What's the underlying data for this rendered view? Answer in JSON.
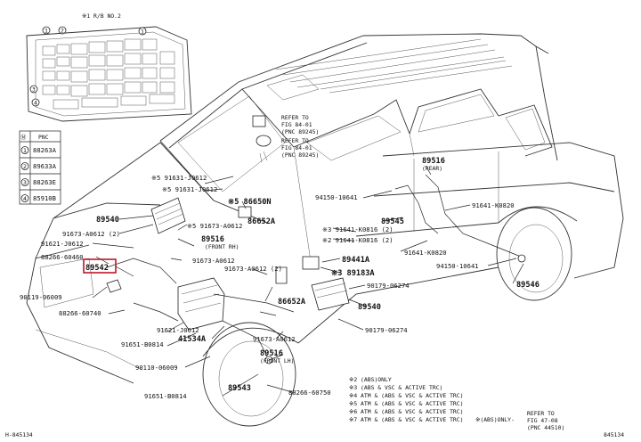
{
  "header_note": "※1 R/B NO.2",
  "relay_table": {
    "header": "PNC",
    "rows": [
      {
        "mark": "1",
        "part": "88263A"
      },
      {
        "mark": "2",
        "part": "89633A"
      },
      {
        "mark": "3",
        "part": "88263E"
      },
      {
        "mark": "4",
        "part": "85910B"
      }
    ]
  },
  "refer_top": [
    "REFER TO",
    "FIG 84-01",
    "(PNC 89245)",
    "REFER TO",
    "FIG 84-01",
    "(PNC 89245)"
  ],
  "part_labels": {
    "p89540a": "89540",
    "p91673a": "91673-A0612 (2)",
    "p91621a": "91621-J0612",
    "p88266a": "88266-60460",
    "p89542": "89542",
    "p90119": "90119-06009",
    "p88266b": "88266-60740",
    "p91621b": "91621-J0612",
    "p91651a": "91651-B0814",
    "p41534": "41534A",
    "p91651b": "91651-B0814",
    "p90110": "90110-06009",
    "p91631a": "※5 91631-J0612",
    "p91631b": "※5 91631-J0612",
    "p86650": "※5 86650N",
    "p86652a": "86652A",
    "p91673b": "※5 91673-A0612",
    "p89516a": "89516",
    "p89516a_sub": "(FRONT RH)",
    "p91673c": "91673-A0612",
    "p91673d": "91673-A0612 (2)",
    "p86652b": "86652A",
    "p91673e": "91673-A0612",
    "p89516b": "89516",
    "p89516b_sub": "(FRONT LH)",
    "p89543": "89543",
    "p88266c": "88266-60750",
    "p94150a": "94150-10641",
    "p89545": "89545",
    "p91641a": "※3 91641-K0816 (2)",
    "p91641b": "※2 91641-K0816 (2)",
    "p89441": "89441A",
    "p91641c": "91641-K0820",
    "p89183": "※3 89183A",
    "p90179a": "90179-06274",
    "p89540b": "89540",
    "p90179b": "90179-06274",
    "p89516c": "89516",
    "p89516c_sub": "(REAR)",
    "p91641d": "91641-K0820",
    "p94150b": "94150-10641",
    "p89546": "89546"
  },
  "legend": [
    "※2  (ABS)ONLY",
    "※3  (ABS & VSC & ACTIVE TRC)",
    "※4  ATM & (ABS & VSC & ACTIVE TRC)",
    "※5  ATM & (ABS & VSC & ACTIVE TRC)",
    "※6  ATM & (ABS & VSC & ACTIVE TRC)",
    "※7  ATM & (ABS & VSC & ACTIVE TRC)"
  ],
  "legend_note": "※(ABS)ONLY-",
  "refer_bottom": [
    "REFER TO",
    "FIG 47-08",
    "(PNC 44510)"
  ],
  "footer_left": "H-845134",
  "footer_right": "845134"
}
